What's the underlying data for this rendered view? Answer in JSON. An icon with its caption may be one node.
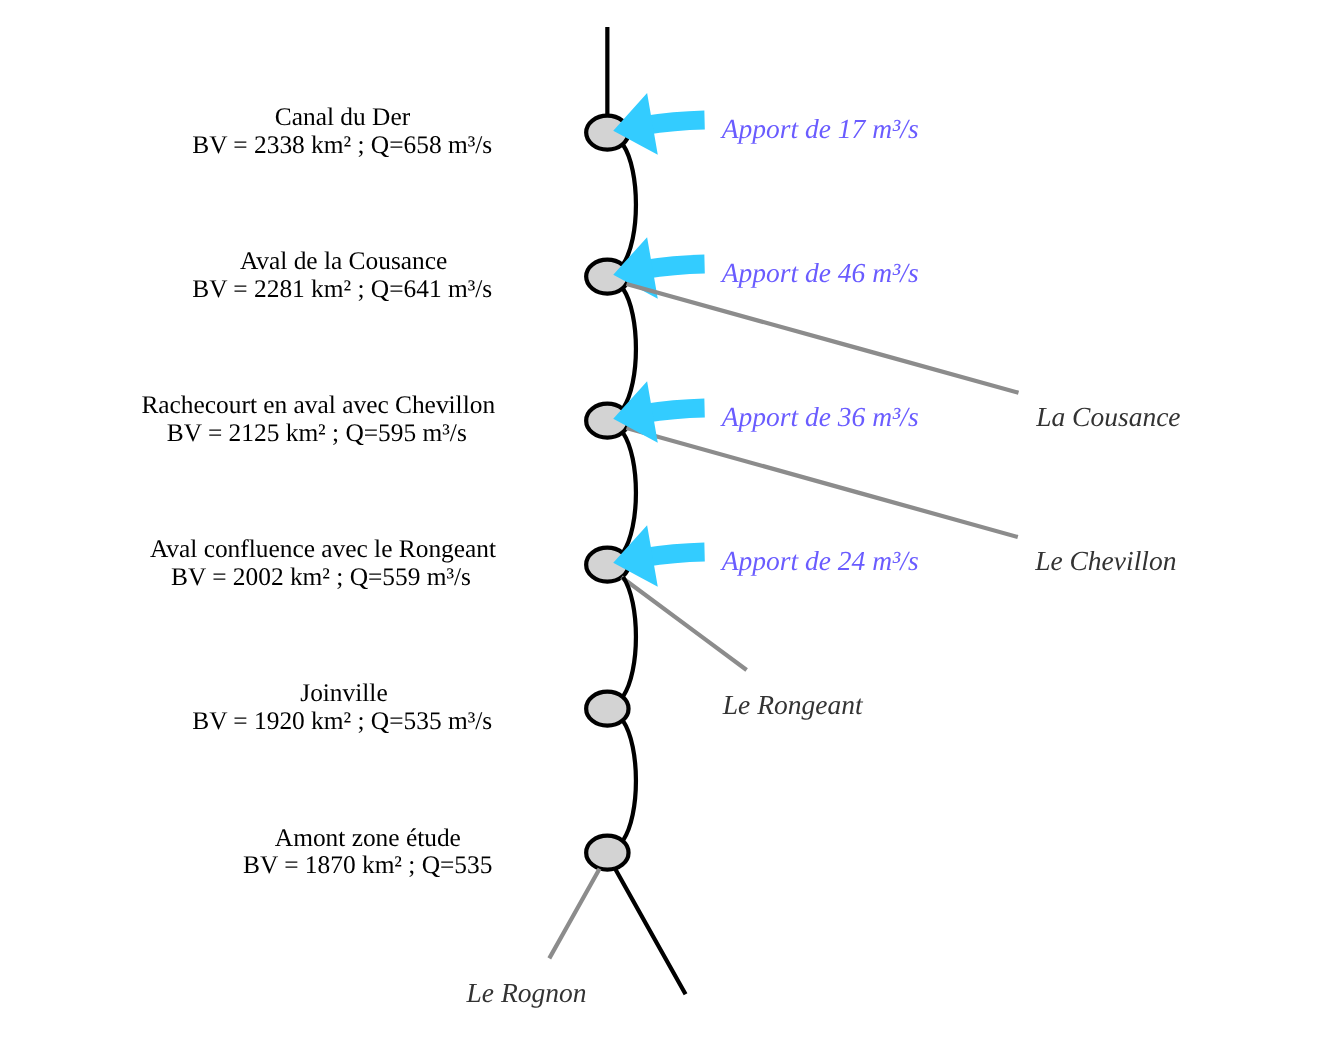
{
  "diagram": {
    "nodes": [
      {
        "text": [
          "Apport de 17 m³/s"
        ]
      },
      {
        "text": [],
        "shape": "circle",
        "beside": [
          "Canal du Der",
          "BV = 2338 km² ; Q=658 m³/s"
        ]
      },
      {
        "text": [
          "Apport de 46 m³/s"
        ]
      },
      {
        "text": [
          "La Cousance"
        ]
      },
      {
        "text": [],
        "shape": "circle",
        "beside": [
          "Aval de la Cousance",
          "BV = 2281 km² ; Q=641 m³/s"
        ]
      },
      {
        "text": [],
        "shape": "circle",
        "beside": [
          "Rachecourt en aval avec Chevillon",
          "BV = 2125 km² ; Q=595 m³/s"
        ]
      },
      {
        "text": [
          "Apport de 36 m³/s"
        ]
      },
      {
        "text": [
          "Le Chevillon"
        ]
      },
      {
        "text": [],
        "shape": "circle",
        "beside": [
          "Aval confluence avec le Rongeant",
          "BV = 2002 km² ; Q=559 m³/s"
        ]
      },
      {
        "text": [
          "Apport de 24 m³/s"
        ]
      },
      {
        "text": [
          "Le Rongeant"
        ]
      },
      {
        "text": [],
        "shape": "circle",
        "beside": [
          "Joinville",
          "BV = 1920 km² ; Q=535 m³/s"
        ]
      },
      {
        "text": [],
        "shape": "circle",
        "beside": [
          "Amont zone étude",
          "BV = 1870 km² ; Q=535"
        ]
      },
      {
        "text": [
          "Le Rognon"
        ]
      }
    ],
    "edges": [
      {
        "from": null,
        "to": 1,
        "arrow": "none"
      },
      {
        "from": 1,
        "to": 4,
        "arrow": "none"
      },
      {
        "from": 4,
        "to": 5,
        "arrow": "none"
      },
      {
        "from": 5,
        "to": 8,
        "arrow": "none"
      },
      {
        "from": 8,
        "to": 11,
        "arrow": "none"
      },
      {
        "from": 11,
        "to": 12,
        "arrow": "none"
      },
      {
        "from": 12,
        "to": null,
        "arrow": "none"
      },
      {
        "from": 0,
        "to": 1,
        "arrow": "to",
        "style": "thick",
        "color": "#33ccff"
      },
      {
        "from": 2,
        "to": 4,
        "arrow": "to",
        "style": "thick",
        "color": "#33ccff"
      },
      {
        "from": 6,
        "to": 5,
        "arrow": "to",
        "style": "thick",
        "color": "#33ccff"
      },
      {
        "from": 9,
        "to": 8,
        "arrow": "to",
        "style": "thick",
        "color": "#33ccff"
      },
      {
        "from": 4,
        "to": 3,
        "arrow": "none",
        "color": "#8c8c8c"
      },
      {
        "from": 5,
        "to": 7,
        "arrow": "none",
        "color": "#8c8c8c"
      },
      {
        "from": 8,
        "to": 10,
        "arrow": "none",
        "color": "#8c8c8c"
      },
      {
        "from": 12,
        "to": 13,
        "arrow": "none",
        "color": "#8c8c8c"
      }
    ]
  }
}
